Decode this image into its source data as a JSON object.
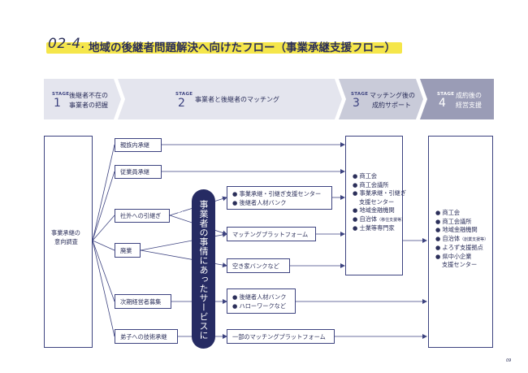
{
  "title": {
    "number": "02-4.",
    "text": "地域の後継者問題解決へ向けたフロー（事業承継支援フロー）"
  },
  "stages": [
    {
      "label": "STAGE",
      "num": "1",
      "line1": "後継者不在の",
      "line2": "事業者の把握"
    },
    {
      "label": "STAGE",
      "num": "2",
      "line1": "事業者と後継者のマッチング",
      "line2": ""
    },
    {
      "label": "STAGE",
      "num": "3",
      "line1": "マッチング後の",
      "line2": "成約サポート"
    },
    {
      "label": "STAGE",
      "num": "4",
      "line1": "成約後の",
      "line2": "経営支援"
    }
  ],
  "survey": {
    "line1": "事業承継の",
    "line2": "意向調査"
  },
  "branches": [
    "親族内承継",
    "従業員承継",
    "社外への引継ぎ",
    "廃業",
    "次期経営者募集",
    "弟子への技術承継"
  ],
  "pill": "事業者の事情にあったサービスにつなぐ",
  "services": {
    "support": [
      "● 事業承継・引継ぎ支援センター",
      "● 後継者人材バンク"
    ],
    "matching_platform": "マッチングプラットフォーム",
    "akiya_bank": "空き家バンクなど",
    "recruit": [
      "● 後継者人材バンク",
      "● ハローワークなど"
    ],
    "partial_platform": "一部のマッチングプラットフォーム"
  },
  "stage3_list": [
    "● 商工会",
    "● 商工会議所",
    "● 事業承継・引継ぎ",
    "支援センター",
    "● 地域金融機関",
    "● 自治体",
    "（移住支援等）",
    "● 士業等専門家"
  ],
  "stage4_list": [
    "● 商工会",
    "● 商工会議所",
    "● 地域金融機関",
    "● 自治体",
    "（創業支援等）",
    "● よろず支援拠点",
    "● 県中小企業",
    "支援センター"
  ],
  "page_number": "09",
  "colors": {
    "navy": "#262b63",
    "line": "#3d4380",
    "stage_light": "#e4e5ee",
    "stage_mid": "#c9cbd9",
    "stage_dark": "#9a9cb6",
    "highlight": "#f5e64a"
  }
}
